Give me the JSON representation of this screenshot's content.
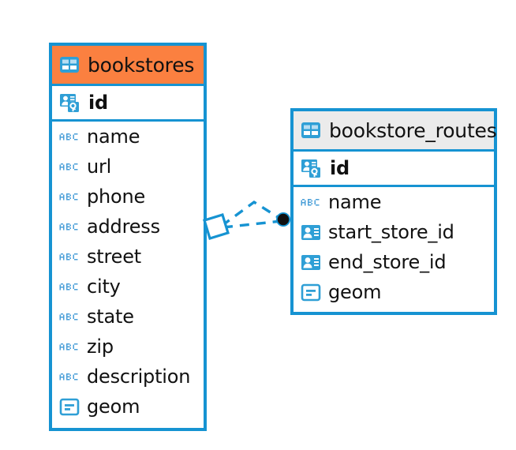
{
  "diagram": {
    "type": "entity-relationship-diagram",
    "background": "#ffffff",
    "accent_color": "#1693d2",
    "highlight_color": "#fb8040",
    "header_grey": "#ebebeb"
  },
  "tables": [
    {
      "name": "bookstores",
      "header_style": "orange",
      "header_icon": "table-icon",
      "primary_key": {
        "label": "id",
        "icon": "primary-key-icon"
      },
      "fields": [
        {
          "label": "name",
          "icon": "abc-text-icon"
        },
        {
          "label": "url",
          "icon": "abc-text-icon"
        },
        {
          "label": "phone",
          "icon": "abc-text-icon"
        },
        {
          "label": "address",
          "icon": "abc-text-icon"
        },
        {
          "label": "street",
          "icon": "abc-text-icon"
        },
        {
          "label": "city",
          "icon": "abc-text-icon"
        },
        {
          "label": "state",
          "icon": "abc-text-icon"
        },
        {
          "label": "zip",
          "icon": "abc-text-icon"
        },
        {
          "label": "description",
          "icon": "abc-text-icon"
        },
        {
          "label": "geom",
          "icon": "geometry-icon"
        }
      ]
    },
    {
      "name": "bookstore_routes",
      "header_style": "grey",
      "header_icon": "table-icon",
      "primary_key": {
        "label": "id",
        "icon": "primary-key-icon"
      },
      "fields": [
        {
          "label": "name",
          "icon": "abc-text-icon"
        },
        {
          "label": "start_store_id",
          "icon": "foreign-key-icon"
        },
        {
          "label": "end_store_id",
          "icon": "foreign-key-icon"
        },
        {
          "label": "geom",
          "icon": "geometry-icon"
        }
      ]
    }
  ],
  "relationship": {
    "from_table": "bookstores",
    "to_table": "bookstore_routes",
    "line_style": "dashed",
    "source_marker": "diamond",
    "target_marker": "filled-circle",
    "color": "#1693d2"
  }
}
